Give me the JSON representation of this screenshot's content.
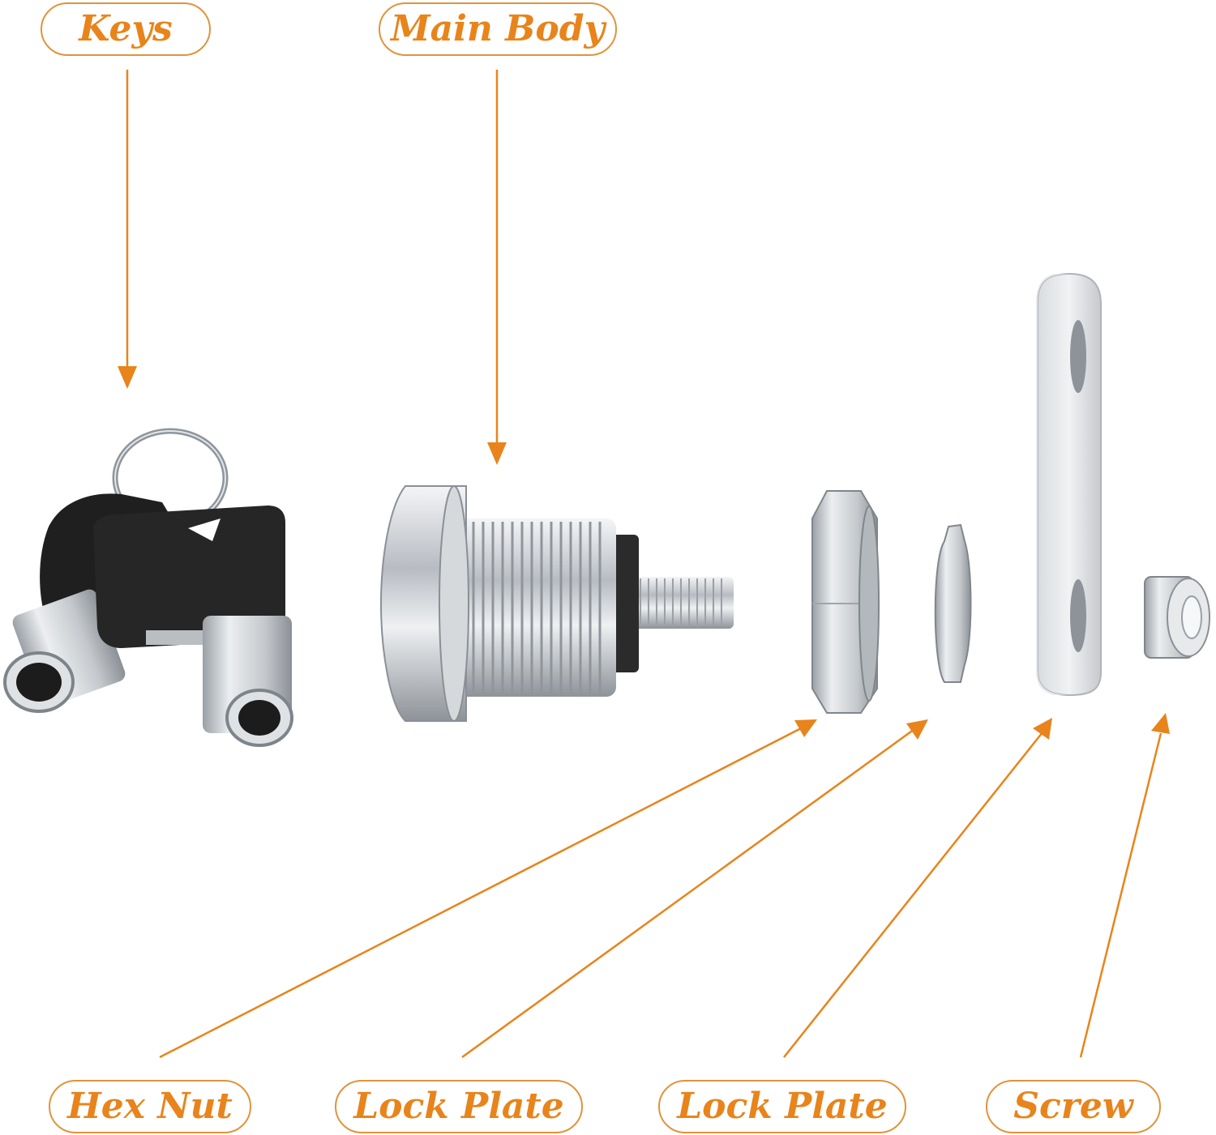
{
  "labels": {
    "keys": "Keys",
    "main_body": "Main Body",
    "hex_nut": "Hex Nut",
    "lock_plate_1": "Lock Plate",
    "lock_plate_2": "Lock Plate",
    "screw": "Screw"
  },
  "colors": {
    "accent": "#e8841b",
    "border": "#e0943a",
    "key_head": "#1e1e1e",
    "metal": "#c9cdd2"
  }
}
